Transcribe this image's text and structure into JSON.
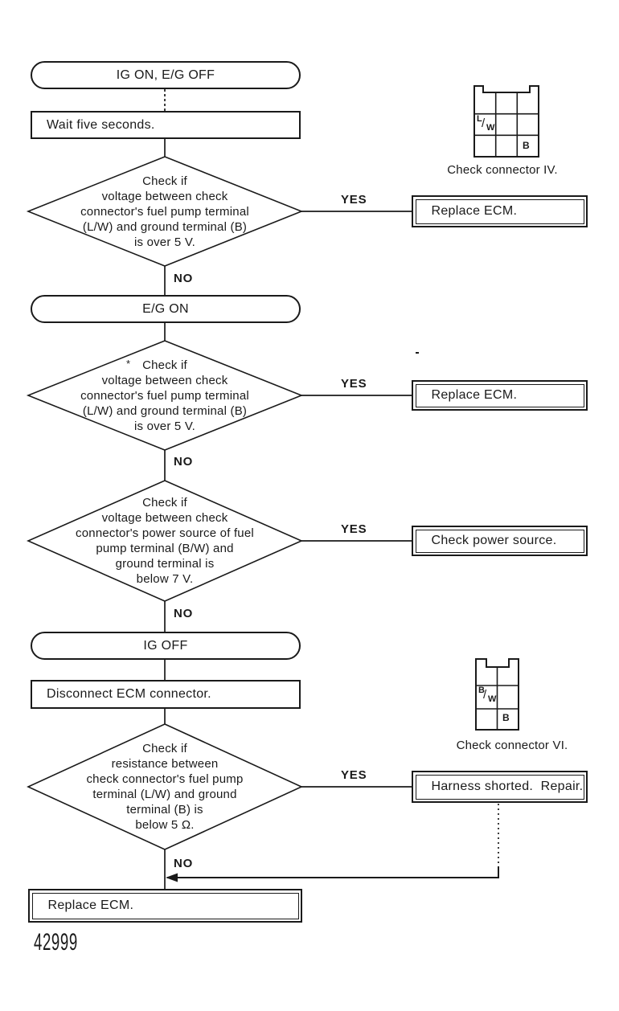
{
  "figure_number": "42999",
  "colors": {
    "ink": "#1a1a1a",
    "paper": "#ffffff"
  },
  "flow": {
    "start_terminal": "IG ON, E/G OFF",
    "wait_step": "Wait five seconds.",
    "decision_1": {
      "lines": [
        "Check if",
        "voltage between check",
        "connector's fuel pump terminal",
        "(L/W) and ground terminal (B)",
        "is over 5 V."
      ],
      "yes": "YES",
      "no": "NO"
    },
    "result_1": "Replace ECM.",
    "engine_on_terminal": "E/G ON",
    "decision_2": {
      "note_mark": "*",
      "lines": [
        "Check if",
        "voltage between check",
        "connector's fuel pump terminal",
        "(L/W) and ground terminal (B)",
        "is over 5 V."
      ],
      "yes": "YES",
      "no": "NO"
    },
    "result_2": "Replace ECM.",
    "decision_3": {
      "lines": [
        "Check if",
        "voltage between check",
        "connector's power source of fuel",
        "pump terminal (B/W) and",
        "ground terminal is",
        "below 7 V."
      ],
      "yes": "YES",
      "no": "NO"
    },
    "result_3": "Check power source.",
    "ig_off_terminal": "IG OFF",
    "disconnect_step": "Disconnect ECM connector.",
    "decision_4": {
      "lines": [
        "Check if",
        "resistance between",
        "check connector's fuel pump",
        "terminal (L/W) and ground",
        "terminal (B) is",
        "below 5 Ω."
      ],
      "yes": "YES",
      "no": "NO"
    },
    "result_4": "Harness shorted.  Repair.",
    "final_result": "Replace ECM."
  },
  "connector_iv": {
    "caption": "Check connector IV.",
    "fuel_pump_pin_top": "L",
    "fuel_pump_pin_bottom": "W",
    "ground_pin": "B"
  },
  "connector_vi": {
    "caption": "Check connector VI.",
    "power_pin_top": "B",
    "power_pin_bottom": "W",
    "ground_pin": "B"
  }
}
